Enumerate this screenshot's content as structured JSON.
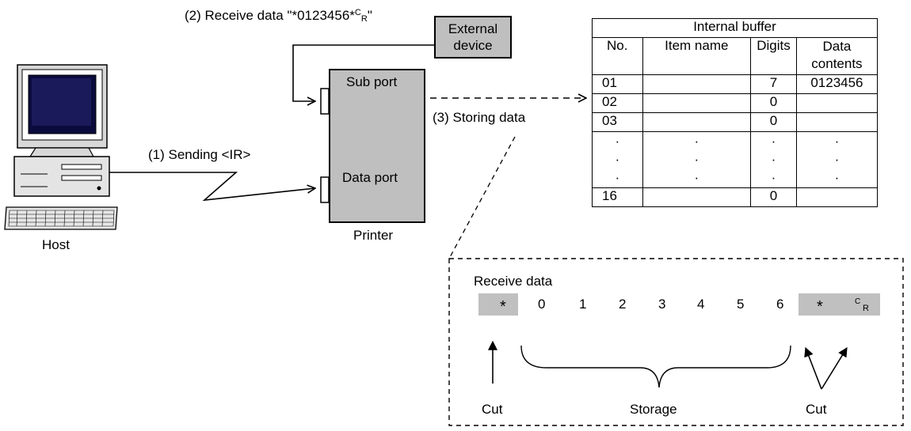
{
  "labels": {
    "receive_data_prefix": "(2) Receive data \"*0123456*",
    "cr_c": "C",
    "cr_r": "R",
    "receive_data_suffix": "\"",
    "external_device_line1": "External",
    "external_device_line2": "device",
    "sub_port": "Sub port",
    "data_port": "Data port",
    "printer": "Printer",
    "host": "Host",
    "sending": "(1) Sending <IR>",
    "storing": "(3) Storing data"
  },
  "buffer_table": {
    "title": "Internal buffer",
    "headers": [
      "No.",
      "Item name",
      "Digits",
      "Data\ncontents"
    ],
    "rows": [
      [
        "01",
        "",
        "7",
        "0123456"
      ],
      [
        "02",
        "",
        "0",
        ""
      ],
      [
        "03",
        "",
        "0",
        ""
      ],
      [
        "16",
        "",
        "0",
        ""
      ]
    ],
    "ellipsis": "·"
  },
  "detail": {
    "title": "Receive data",
    "chars": [
      "*",
      "0",
      "1",
      "2",
      "3",
      "4",
      "5",
      "6",
      "*"
    ],
    "cr_c": "C",
    "cr_r": "R",
    "cut_left": "Cut",
    "storage": "Storage",
    "cut_right": "Cut"
  },
  "colors": {
    "device_fill": "#bfbfbf",
    "shade": "#c0c0c0",
    "monitor_screen": "#0a0a3c"
  }
}
